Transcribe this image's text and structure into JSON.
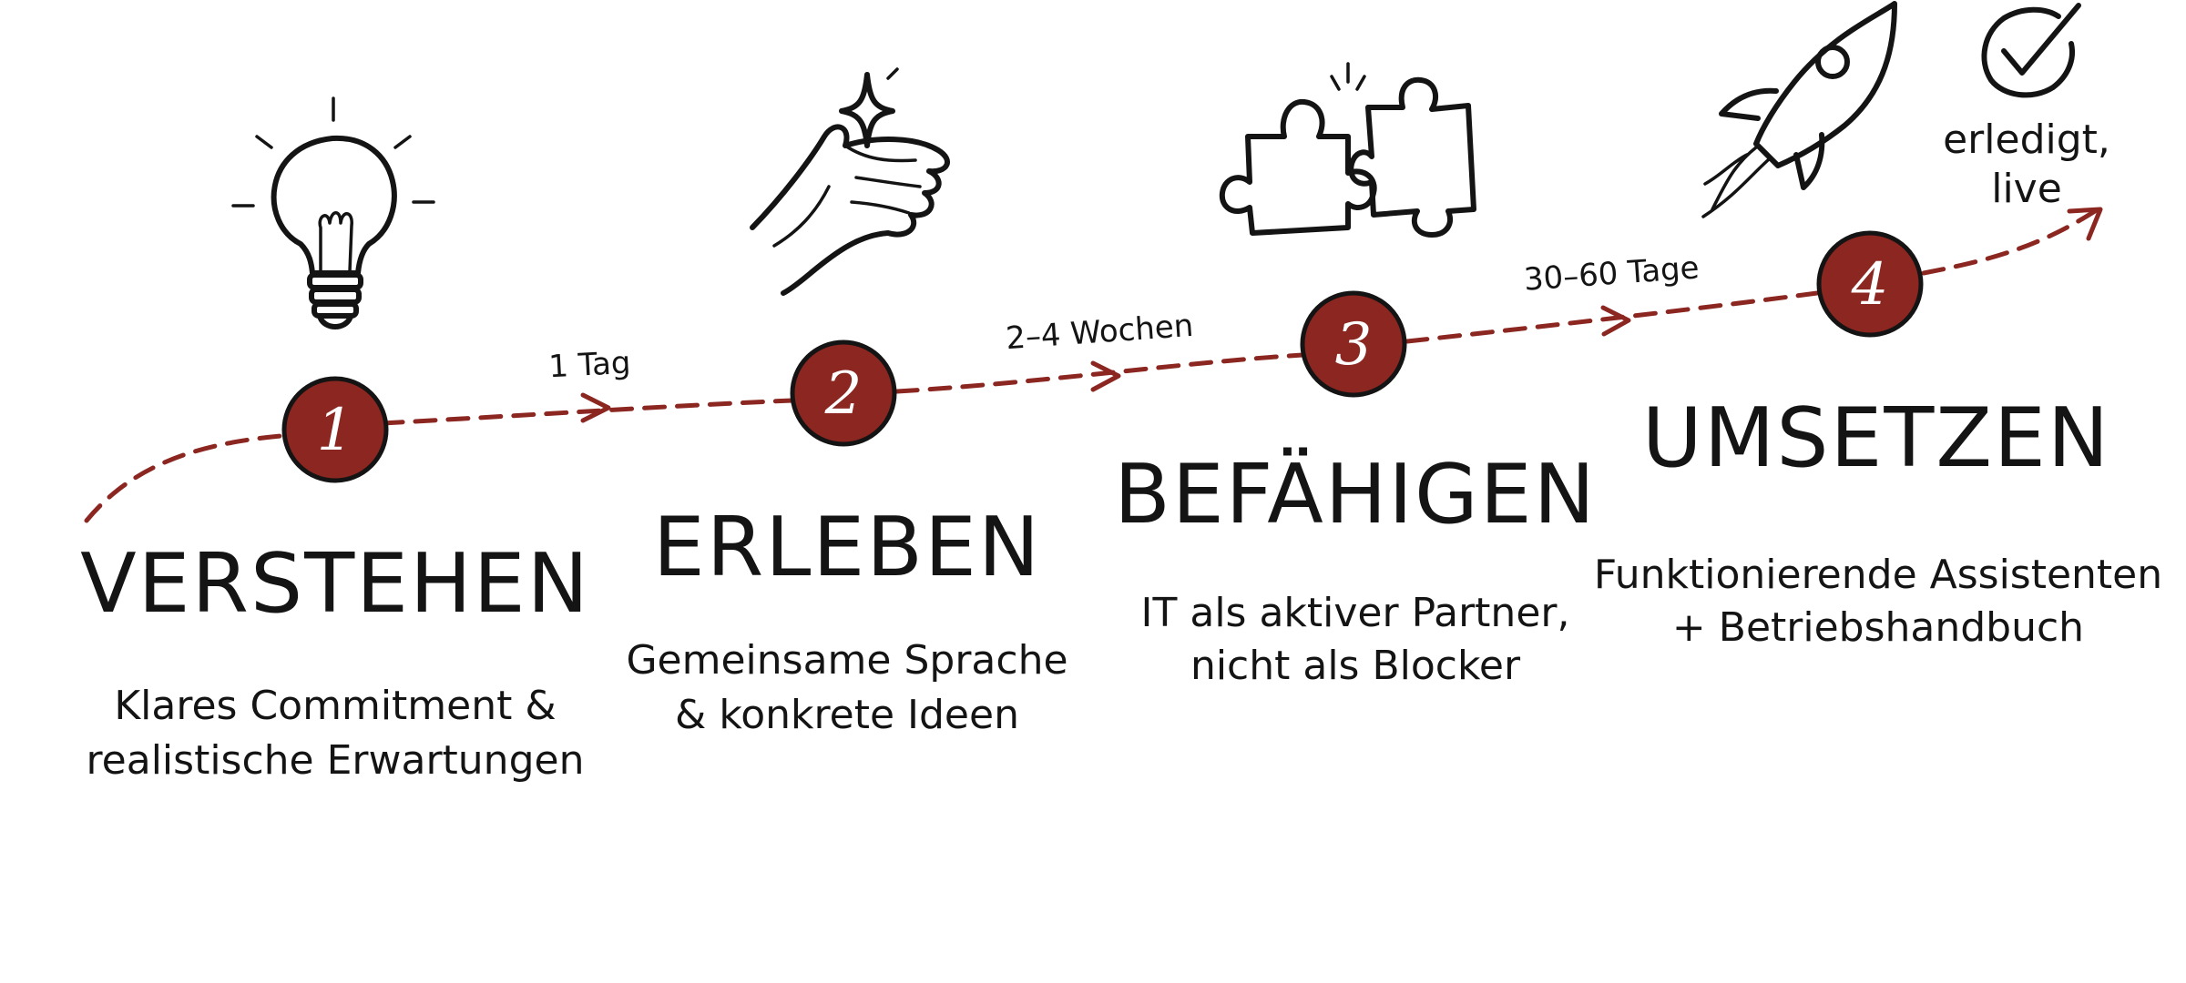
{
  "colors": {
    "accent": "#8b2620",
    "ink": "#141414",
    "background": "#ffffff"
  },
  "steps": [
    {
      "number": "1",
      "title": "VERSTEHEN",
      "desc_line1": "Klares Commitment &",
      "desc_line2": "realistische Erwartungen",
      "icon": "lightbulb-icon"
    },
    {
      "number": "2",
      "title": "ERLEBEN",
      "desc_line1": "Gemeinsame Sprache",
      "desc_line2": "& konkrete Ideen",
      "icon": "hand-sparkle-icon"
    },
    {
      "number": "3",
      "title": "BEFÄHIGEN",
      "desc_line1": "IT als aktiver Partner,",
      "desc_line2": "nicht als Blocker",
      "icon": "puzzle-pieces-icon"
    },
    {
      "number": "4",
      "title": "UMSETZEN",
      "desc_line1": "Funktionierende Assistenten",
      "desc_line2": "+ Betriebshandbuch",
      "icon": "rocket-icon"
    }
  ],
  "durations": [
    "1 Tag",
    "2–4 Wochen",
    "30–60 Tage"
  ],
  "finish": {
    "line1": "erledigt,",
    "line2": "live",
    "icon": "checkmark-circle-icon"
  }
}
